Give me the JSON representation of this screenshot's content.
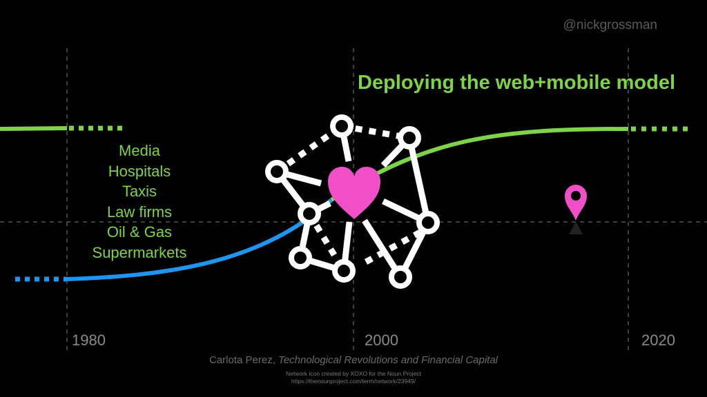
{
  "handle": "@nickgrossman",
  "title": "Deploying the web+mobile model",
  "sectors": [
    "Media",
    "Hospitals",
    "Taxis",
    "Law firms",
    "Oil & Gas",
    "Supermarkets"
  ],
  "years": [
    "1980",
    "2000",
    "2020"
  ],
  "credit": {
    "author": "Carlota Perez, ",
    "book": "Technological Revolutions and Financial Capital"
  },
  "icon_note": {
    "line1": "Network icon created by XOXO for the Noun Project",
    "line2": "https://thenounproject.com/term/network/23949/"
  },
  "icons": [
    "network-icon",
    "heart-icon",
    "map-pin-icon"
  ],
  "colors": {
    "green": "#7ed348",
    "blue": "#1e96f0",
    "pink": "#f04fc8",
    "white": "#ffffff"
  }
}
